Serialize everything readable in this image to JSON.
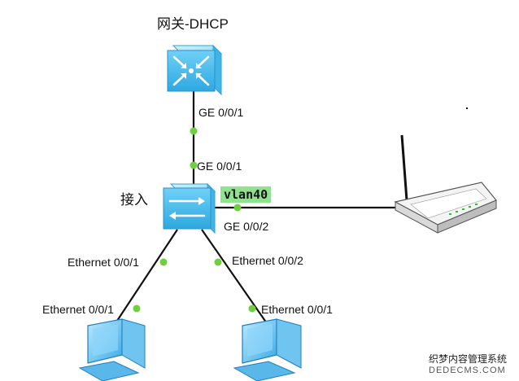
{
  "nodes": {
    "gateway": {
      "label": "网关-DHCP",
      "kind": "dhcp-gateway-switch"
    },
    "access": {
      "label": "接入",
      "kind": "access-switch"
    },
    "router": {
      "label": "",
      "kind": "wireless-router"
    },
    "pc_left": {
      "label": "",
      "kind": "pc"
    },
    "pc_right": {
      "label": "",
      "kind": "pc"
    }
  },
  "links": [
    {
      "from": "gateway",
      "to": "access",
      "from_port": "GE 0/0/1",
      "to_port": "GE 0/0/1"
    },
    {
      "from": "access",
      "to": "router",
      "from_port": "GE 0/0/2",
      "tag": "vlan40"
    },
    {
      "from": "access",
      "to": "pc_left",
      "from_port": "Ethernet 0/0/1",
      "to_port": "Ethernet 0/0/1"
    },
    {
      "from": "access",
      "to": "pc_right",
      "from_port": "Ethernet 0/0/2",
      "to_port": "Ethernet 0/0/1"
    }
  ],
  "watermark": {
    "line1": "织梦内容管理系统",
    "line2": "DEDECMS.COM"
  },
  "colors": {
    "link": "#111111",
    "port_dot": "#6fcf3f",
    "device_blue": "#4fc3f7",
    "vlan_tag": "#8fe38f"
  }
}
